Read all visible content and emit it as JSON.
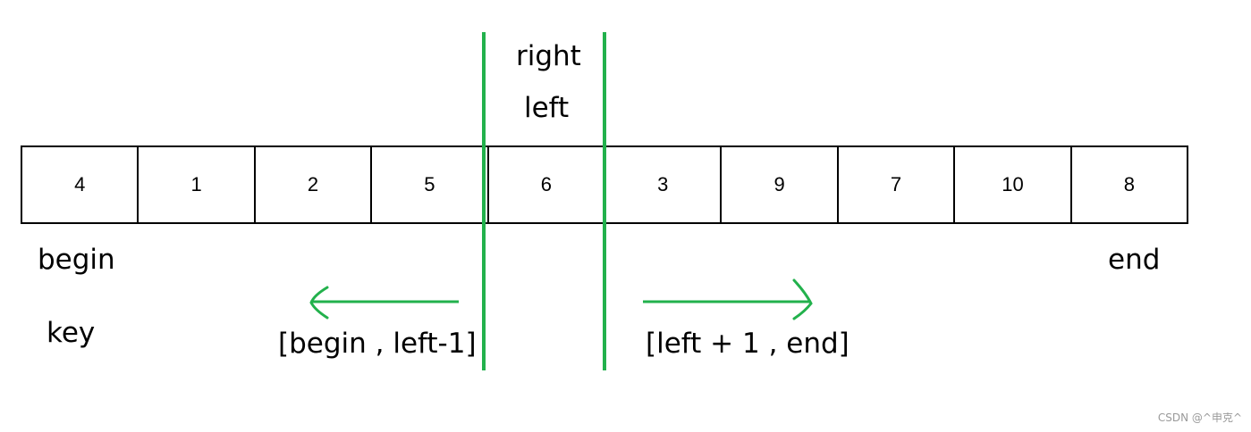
{
  "array": {
    "cells": [
      "4",
      "1",
      "2",
      "5",
      "6",
      "3",
      "9",
      "7",
      "10",
      "8"
    ]
  },
  "labels": {
    "right": "right",
    "left": "left",
    "begin": "begin",
    "key": "key",
    "end": "end",
    "left_range": "[begin , left-1]",
    "right_range": "[left + 1 , end]"
  },
  "watermark": "CSDN @^申克^",
  "colors": {
    "accent": "#22b14c",
    "cell_border": "#000000",
    "text": "#000000",
    "watermark": "#9a9a9a"
  }
}
